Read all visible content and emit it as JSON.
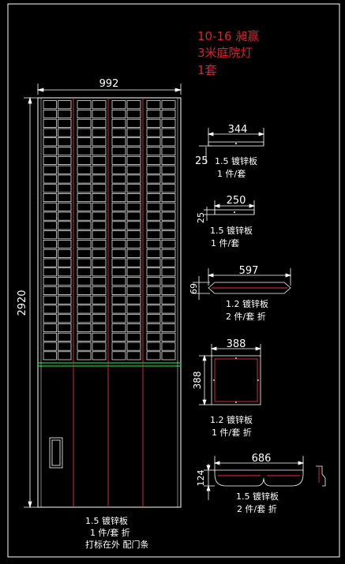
{
  "title": {
    "line1": "10-16 昶赢",
    "line2": "3米庭院灯",
    "line3": "1套"
  },
  "main_panel": {
    "width_label": "992",
    "height_label": "2920",
    "note_line1": "1.5 镀锌板",
    "note_line2": "1 件/套 折",
    "note_line3": "打标在外 配门条"
  },
  "parts": [
    {
      "id": "part-344",
      "dim_main": "344",
      "dim_side": "25",
      "material": "1.5 镀锌板",
      "qty": "1 件/套"
    },
    {
      "id": "part-250",
      "dim_main": "250",
      "dim_side": "25",
      "material": "1.5 镀锌板",
      "qty": "1 件/套"
    },
    {
      "id": "part-597",
      "dim_main": "597",
      "dim_side": "69",
      "material": "1.2 镀锌板",
      "qty": "2 件/套 折"
    },
    {
      "id": "part-388",
      "dim_main": "388",
      "dim_side": "388",
      "material": "1.2 镀锌板",
      "qty": "1 件/套 折"
    },
    {
      "id": "part-686",
      "dim_main": "686",
      "dim_side": "124",
      "material": "1.5 镀锌板",
      "qty": "2 件/套 折"
    }
  ],
  "colors": {
    "background": "#000000",
    "outline": "#ffffff",
    "title": "#e0202a",
    "bend_line": "#e8303a",
    "green_line": "#20c040"
  }
}
